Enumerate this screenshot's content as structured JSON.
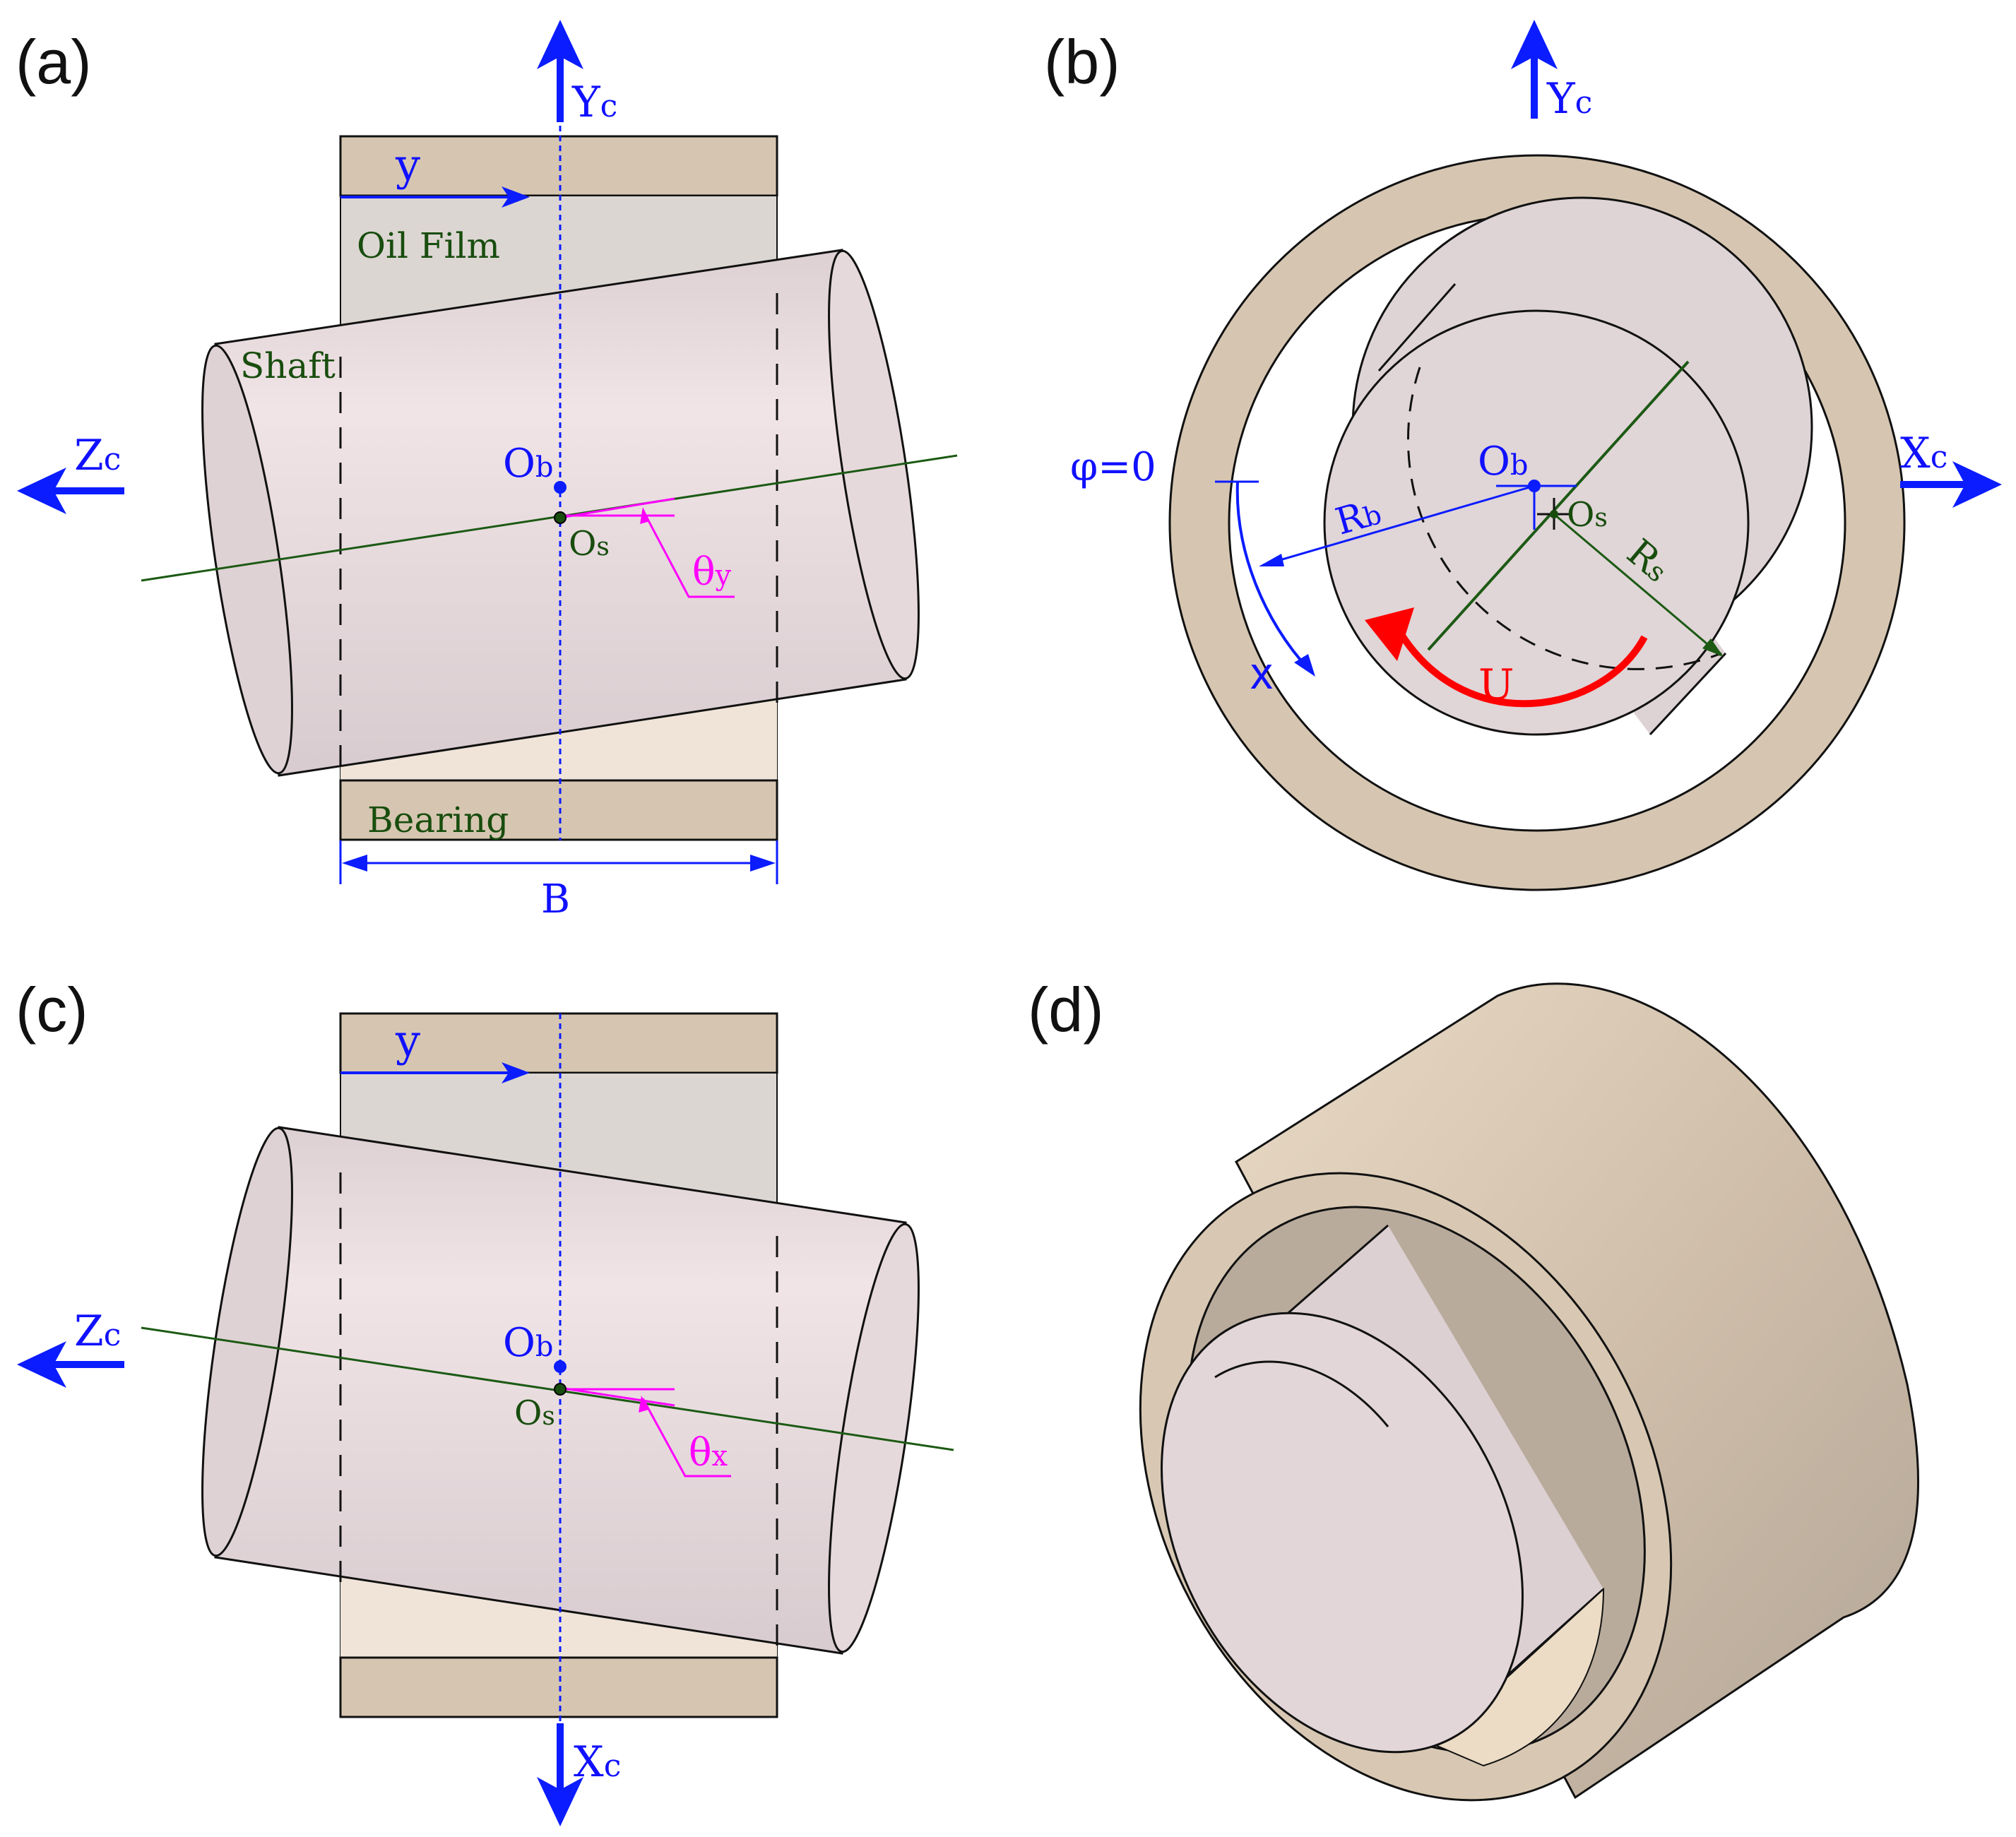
{
  "colors": {
    "bearing": "#d6c6b1",
    "oil_film": "#dcd6d2",
    "oil_film_lower": "#f0e4d8",
    "shaft": "#e2d4d6",
    "shaft_end": "#dfd2d4",
    "axis_blue": "#0b1cff",
    "centerline_green": "#1c5a14",
    "angle_magenta": "#ff00ff",
    "rotation_red": "#ff0000"
  },
  "panels": {
    "a": {
      "label": "(a)",
      "axis_up": {
        "letter": "Y",
        "sub": "c"
      },
      "axis_left": {
        "letter": "Z",
        "sub": "c"
      },
      "film_axis": "y",
      "oil_film": "Oil Film",
      "shaft": "Shaft",
      "bearing": "Bearing",
      "width": "B",
      "ob": {
        "letter": "O",
        "sub": "b"
      },
      "os": {
        "letter": "O",
        "sub": "s"
      },
      "angle": {
        "letter": "θ",
        "sub": "y"
      }
    },
    "b": {
      "label": "(b)",
      "axis_up": {
        "letter": "Y",
        "sub": "c"
      },
      "axis_right": {
        "letter": "X",
        "sub": "c"
      },
      "phi0": "φ=0",
      "ob": {
        "letter": "O",
        "sub": "b"
      },
      "os": {
        "letter": "O",
        "sub": "s"
      },
      "rb": {
        "letter": "R",
        "sub": "b"
      },
      "rs": {
        "letter": "R",
        "sub": "s"
      },
      "x": "x",
      "rotation": "U"
    },
    "c": {
      "label": "(c)",
      "film_axis": "y",
      "axis_left": {
        "letter": "Z",
        "sub": "c"
      },
      "axis_down": {
        "letter": "X",
        "sub": "c"
      },
      "ob": {
        "letter": "O",
        "sub": "b"
      },
      "os": {
        "letter": "O",
        "sub": "s"
      },
      "angle": {
        "letter": "θ",
        "sub": "x"
      }
    },
    "d": {
      "label": "(d)"
    }
  }
}
